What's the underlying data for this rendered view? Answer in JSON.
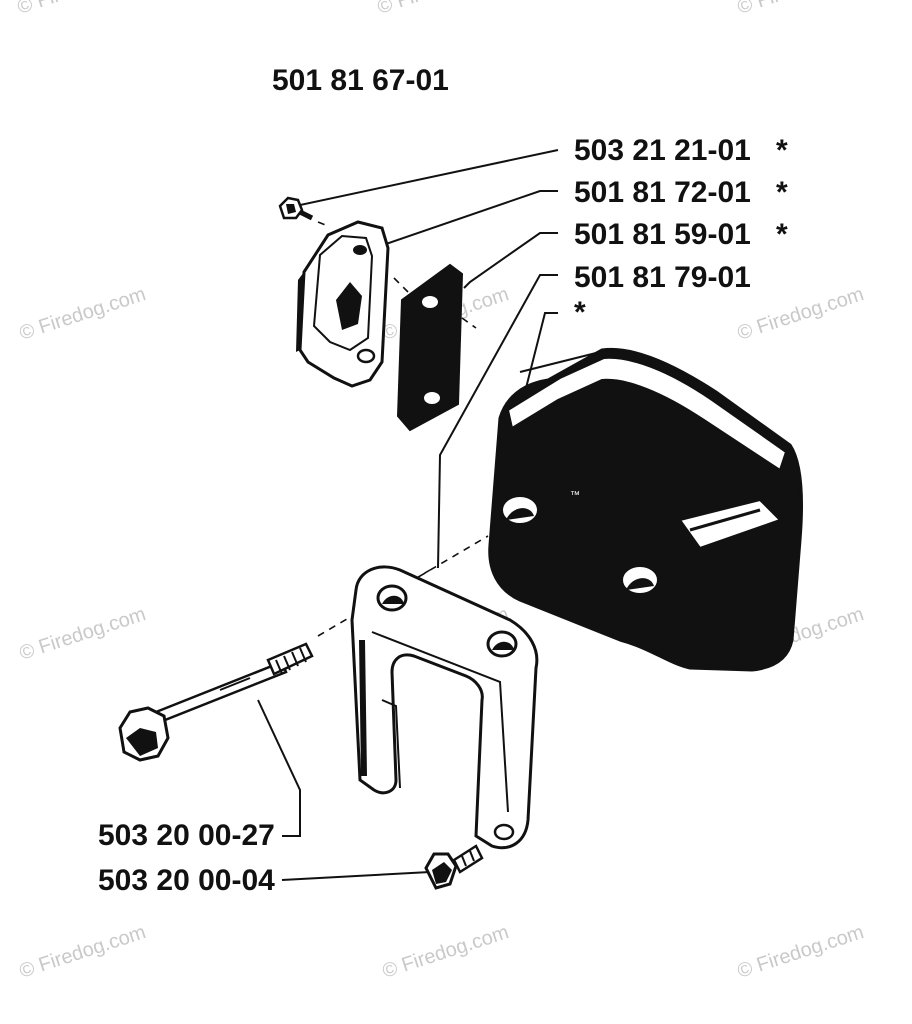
{
  "diagram": {
    "assembly_number": "501 81 67-01",
    "parts": [
      {
        "number": "503 21 21-01",
        "marker": "*"
      },
      {
        "number": "501 81 72-01",
        "marker": "*"
      },
      {
        "number": "501 81 59-01",
        "marker": "*"
      },
      {
        "number": "501 81 79-01",
        "marker": ""
      },
      {
        "number": "",
        "marker": "*"
      },
      {
        "number": "503 20 00-27",
        "marker": ""
      },
      {
        "number": "503 20 00-04",
        "marker": ""
      }
    ]
  },
  "watermark": {
    "text": "© Firedog.com",
    "color": "#c9c9c9"
  }
}
